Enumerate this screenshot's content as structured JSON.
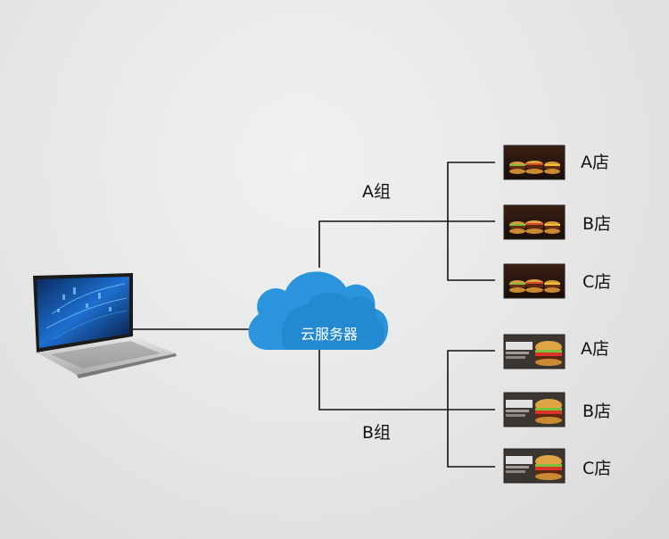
{
  "cloud": {
    "label": "云服务器",
    "color": "#2a94dd"
  },
  "groups": [
    {
      "label": "A组",
      "screen_style": "three-burgers-on-wood",
      "stores": [
        {
          "label": "A店"
        },
        {
          "label": "B店"
        },
        {
          "label": "C店"
        }
      ]
    },
    {
      "label": "B组",
      "screen_style": "deluxe-burger-ad",
      "stores": [
        {
          "label": "A店"
        },
        {
          "label": "B店"
        },
        {
          "label": "C店"
        }
      ]
    }
  ]
}
